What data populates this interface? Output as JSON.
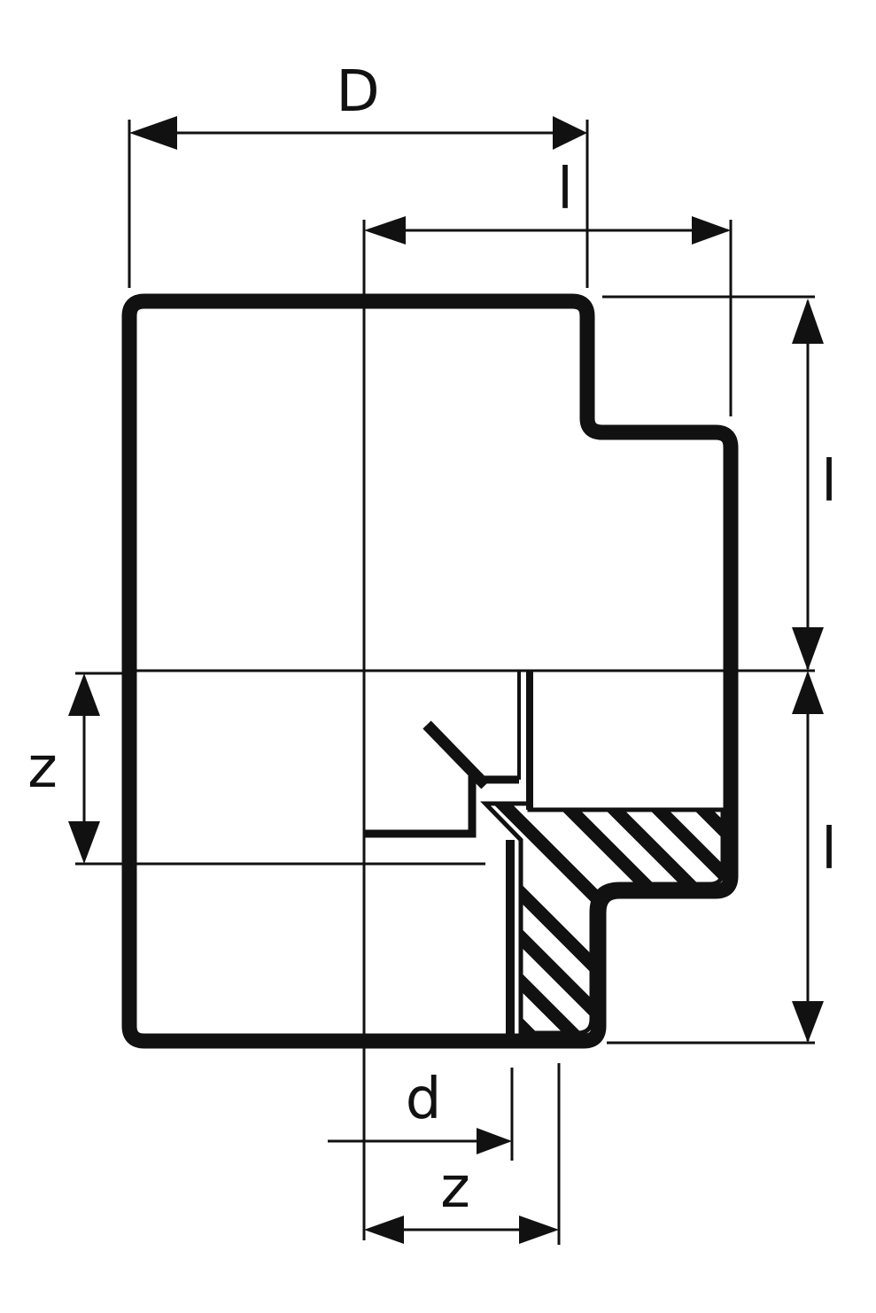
{
  "labels": {
    "D": "D",
    "l_top": "l",
    "l_right_upper": "l",
    "l_right_lower": "l",
    "z_left": "z",
    "d_bottom": "d",
    "z_bottom": "z"
  },
  "colors": {
    "stroke": "#111111",
    "background": "#ffffff"
  }
}
